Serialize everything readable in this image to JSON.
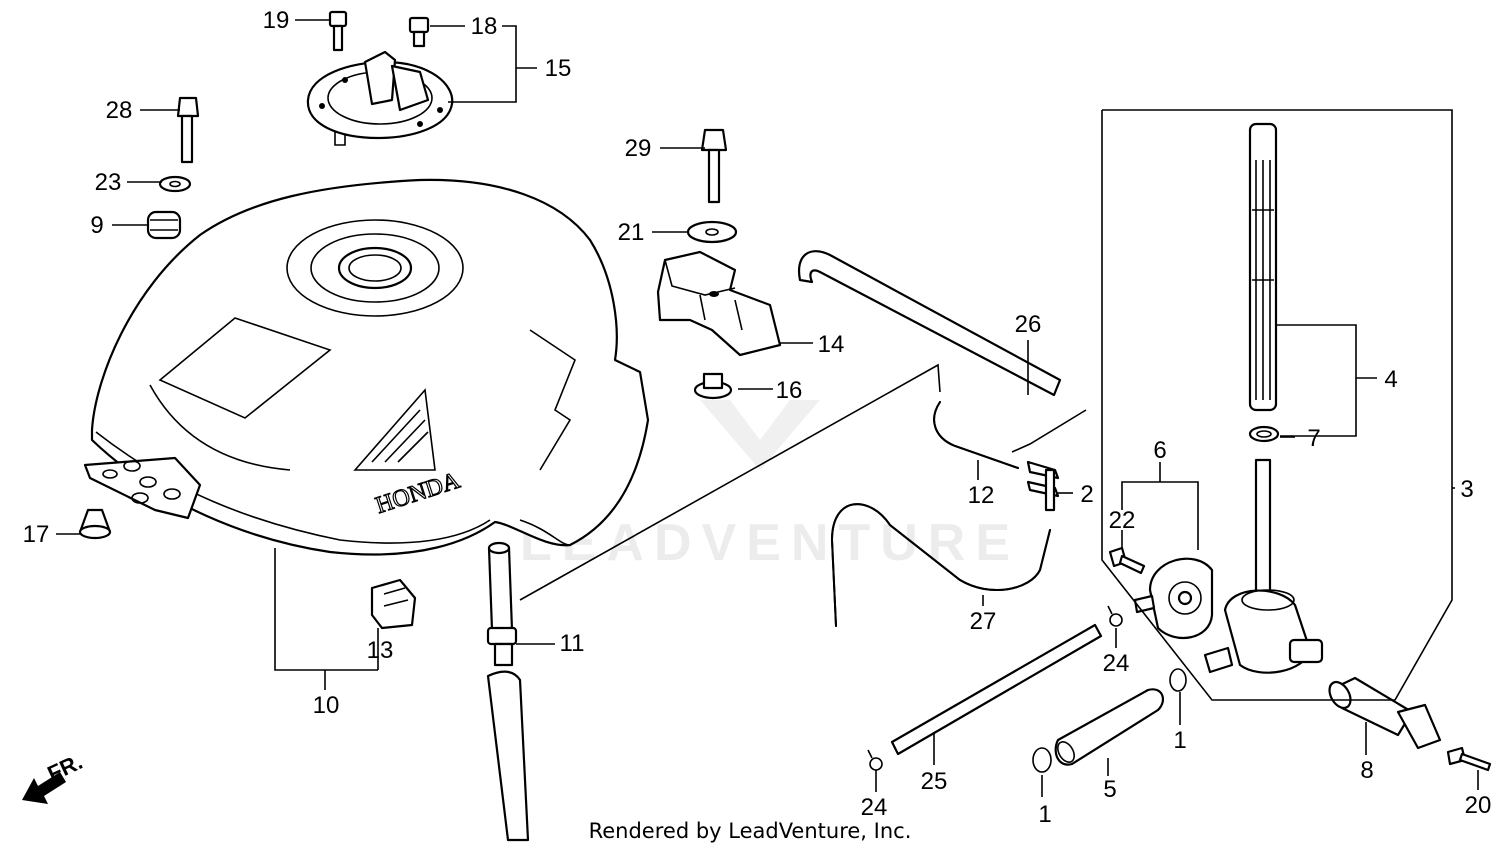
{
  "callouts": [
    {
      "id": "p19",
      "label": "19"
    },
    {
      "id": "p18",
      "label": "18"
    },
    {
      "id": "p15",
      "label": "15"
    },
    {
      "id": "p28",
      "label": "28"
    },
    {
      "id": "p23",
      "label": "23"
    },
    {
      "id": "p9",
      "label": "9"
    },
    {
      "id": "p17",
      "label": "17"
    },
    {
      "id": "p29",
      "label": "29"
    },
    {
      "id": "p21",
      "label": "21"
    },
    {
      "id": "p14",
      "label": "14"
    },
    {
      "id": "p16",
      "label": "16"
    },
    {
      "id": "p26",
      "label": "26"
    },
    {
      "id": "p12",
      "label": "12"
    },
    {
      "id": "p2",
      "label": "2"
    },
    {
      "id": "p4",
      "label": "4"
    },
    {
      "id": "p7",
      "label": "7"
    },
    {
      "id": "p3",
      "label": "3"
    },
    {
      "id": "p6",
      "label": "6"
    },
    {
      "id": "p22",
      "label": "22"
    },
    {
      "id": "p27",
      "label": "27"
    },
    {
      "id": "p24a",
      "label": "24"
    },
    {
      "id": "p13",
      "label": "13"
    },
    {
      "id": "p10",
      "label": "10"
    },
    {
      "id": "p11",
      "label": "11"
    },
    {
      "id": "p1a",
      "label": "1"
    },
    {
      "id": "p25",
      "label": "25"
    },
    {
      "id": "p5",
      "label": "5"
    },
    {
      "id": "p8",
      "label": "8"
    },
    {
      "id": "p24b",
      "label": "24"
    },
    {
      "id": "p1b",
      "label": "1"
    },
    {
      "id": "p20",
      "label": "20"
    }
  ],
  "direction_label": "FR.",
  "tank_logo": "HONDA",
  "watermark": "LEADVENTURE",
  "footer": "Rendered by LeadVenture, Inc."
}
